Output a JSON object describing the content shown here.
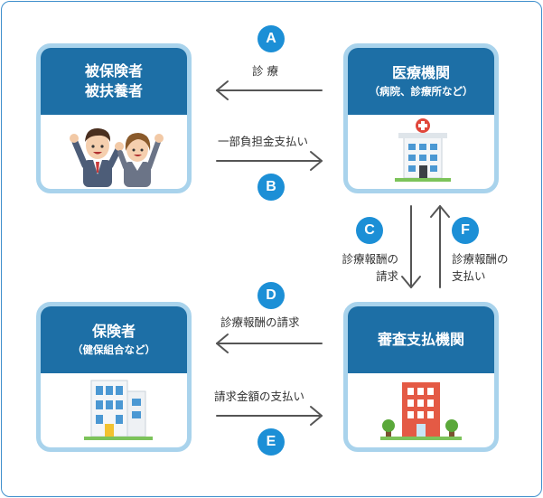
{
  "boxes": {
    "insured": {
      "title1": "被保険者",
      "title2": "被扶養者"
    },
    "medical": {
      "title": "医療機関",
      "subtitle": "（病院、診療所など）"
    },
    "insurer": {
      "title": "保険者",
      "subtitle": "（健保組合など）"
    },
    "review": {
      "title": "審査支払機関"
    }
  },
  "flows": {
    "A": {
      "letter": "A",
      "label": "診 療"
    },
    "B": {
      "letter": "B",
      "label": "一部負担金支払い"
    },
    "C": {
      "letter": "C",
      "label_line1": "診療報酬の",
      "label_line2": "請求"
    },
    "F": {
      "letter": "F",
      "label_line1": "診療報酬の",
      "label_line2": "支払い"
    },
    "D": {
      "letter": "D",
      "label": "診療報酬の請求"
    },
    "E": {
      "letter": "E",
      "label": "請求金額の支払い"
    }
  },
  "colors": {
    "border": "#a9d3ec",
    "header": "#1d6fa6",
    "badge": "#1c8fd6",
    "arrow": "#555555"
  }
}
